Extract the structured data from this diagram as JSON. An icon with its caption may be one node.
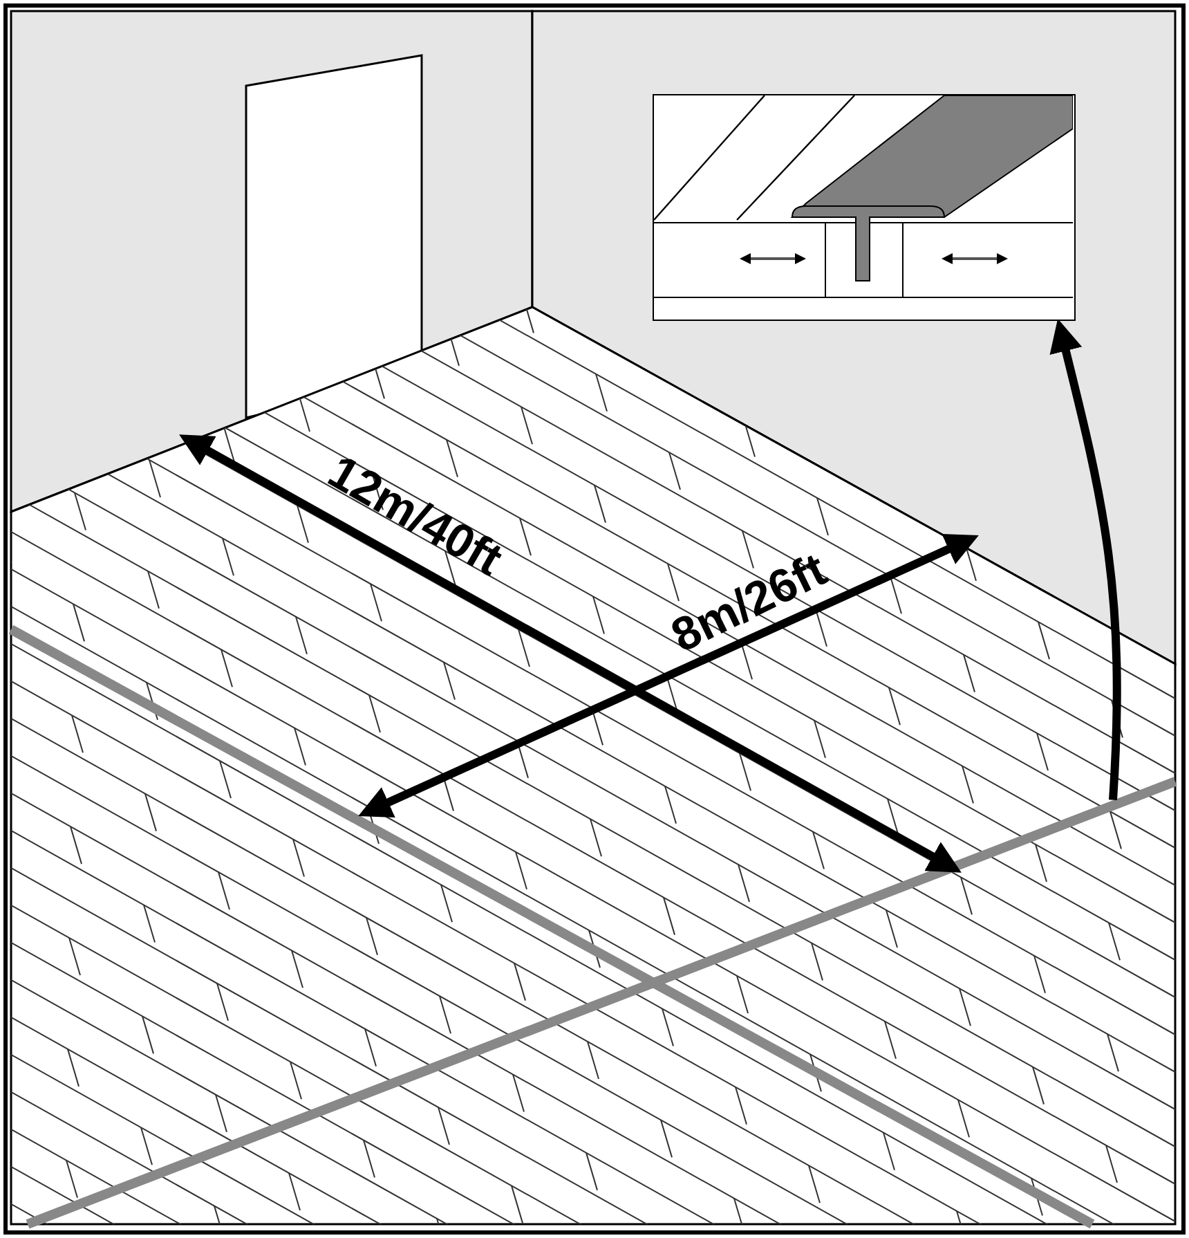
{
  "diagram": {
    "nodes": [
      {
        "text": [],
        "shape": "bar"
      },
      {
        "text": [],
        "shape": "picture"
      }
    ],
    "edges": [
      {
        "from": 0,
        "to": 1,
        "arrow": "to"
      }
    ],
    "labels": [
      "12m/40ft",
      "8m/26ft"
    ]
  }
}
